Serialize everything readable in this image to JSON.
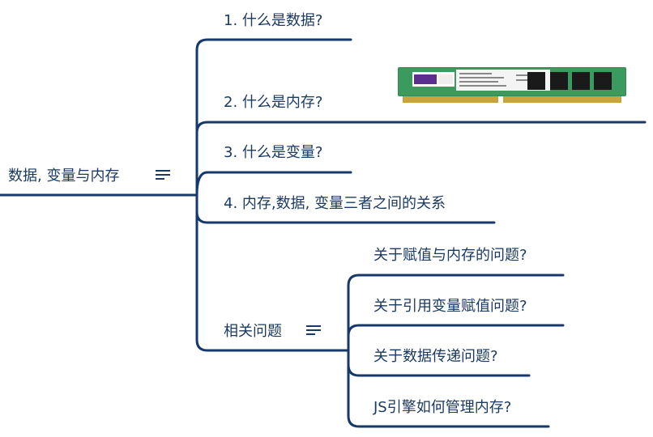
{
  "root": {
    "label": "数据, 变量与内存",
    "icon": "notes-icon"
  },
  "branches": [
    {
      "label": "1. 什么是数据?"
    },
    {
      "label": "2. 什么是内存?",
      "image": "ram-module-image"
    },
    {
      "label": "3. 什么是变量?"
    },
    {
      "label": "4. 内存,数据, 变量三者之间的关系"
    },
    {
      "label": "相关问题",
      "icon": "notes-icon",
      "children": [
        {
          "label": "关于赋值与内存的问题?"
        },
        {
          "label": "关于引用变量赋值问题?"
        },
        {
          "label": "关于数据传递问题?"
        },
        {
          "label": "JS引擎如何管理内存?"
        }
      ]
    }
  ],
  "colors": {
    "line": "#16386b",
    "text": "#1b3a63"
  }
}
